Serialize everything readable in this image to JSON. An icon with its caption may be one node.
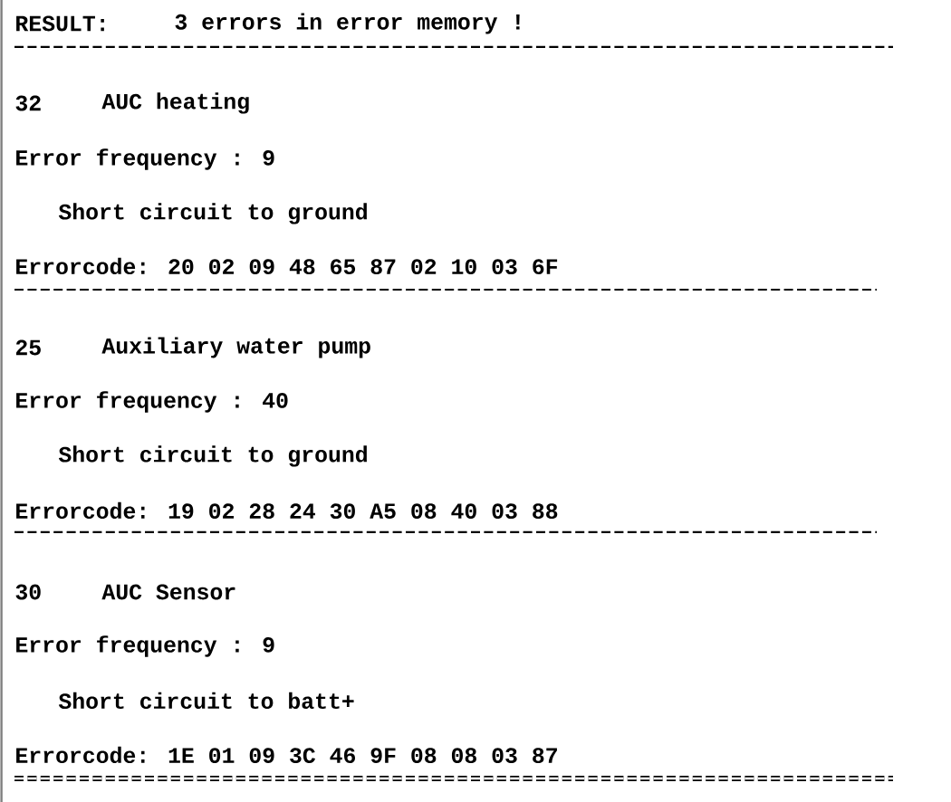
{
  "diagram": {
    "labels": [
      "RESULT:",
      "3 errors in error memory !",
      "32",
      "AUC heating",
      "Error frequency : 9",
      "Short circuit to ground",
      "Errorcode: 20 02 09 48 65 87 02 10 03 6F",
      "25",
      "Auxiliary water pump",
      "Error frequency : 40",
      "Short circuit to ground",
      "Errorcode: 19 02 28 24 30 A5 08 40 03 88",
      "30",
      "AUC Sensor",
      "Error frequency : 9",
      "Short circuit to batt+",
      "Errorcode: 1E 01 09 3C 46 9F 08 08 03 87"
    ]
  }
}
